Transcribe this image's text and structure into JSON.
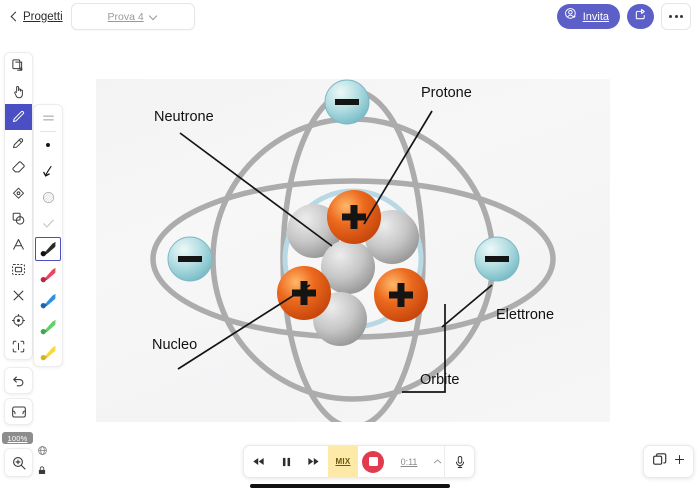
{
  "topbar": {
    "back_label": "Progetti",
    "back_icon": "chevron-left-icon",
    "tab_label": "Prova 4",
    "tab_caret_icon": "chevron-down-icon",
    "invite_label": "Invita",
    "invite_icon": "add-person-icon",
    "share_icon": "share-icon",
    "more_icon": "more-options-icon",
    "accent_color": "#5b5fc7"
  },
  "tools": {
    "items": [
      {
        "name": "add-page-tool",
        "icon": "add-page-icon",
        "active": false
      },
      {
        "name": "hand-tool",
        "icon": "hand-pointer-icon",
        "active": false
      },
      {
        "name": "pen-tool",
        "icon": "pen-icon",
        "active": true
      },
      {
        "name": "highlighter-tool",
        "icon": "highlighter-icon",
        "active": false
      },
      {
        "name": "eraser-tool",
        "icon": "eraser-icon",
        "active": false
      },
      {
        "name": "fill-tool",
        "icon": "paint-bucket-icon",
        "active": false
      },
      {
        "name": "shapes-tool",
        "icon": "shapes-icon",
        "active": false
      },
      {
        "name": "text-tool",
        "icon": "text-a-icon",
        "active": false
      },
      {
        "name": "select-tool",
        "icon": "selection-box-icon",
        "active": false
      },
      {
        "name": "delete-tool",
        "icon": "close-x-icon",
        "active": false
      },
      {
        "name": "target-tool",
        "icon": "target-icon",
        "active": false
      },
      {
        "name": "crop-tool",
        "icon": "crop-icon",
        "active": false
      }
    ],
    "undo": {
      "name": "undo-button",
      "icon": "undo-arrow-icon"
    },
    "frame": {
      "name": "frame-button",
      "icon": "frame-icon"
    },
    "zoom_level": "100%",
    "zoom_button_icon": "zoom-in-magnifier-icon",
    "globe_icon": "globe-icon",
    "lock_icon": "lock-icon"
  },
  "pens": {
    "menu_icon": "menu-lines-icon",
    "options": [
      {
        "name": "pen-style-dot",
        "icon": "dot-icon"
      },
      {
        "name": "pen-style-curve",
        "icon": "curve-arrow-icon"
      },
      {
        "name": "pen-style-hatch",
        "icon": "hatched-circle-icon"
      },
      {
        "name": "pen-style-check",
        "icon": "check-icon"
      }
    ],
    "colors": [
      {
        "name": "pen-color-black",
        "hex": "#1d1d1d",
        "selected": true
      },
      {
        "name": "pen-color-red",
        "hex": "#e8465f",
        "selected": false
      },
      {
        "name": "pen-color-blue",
        "hex": "#2f8fe0",
        "selected": false
      },
      {
        "name": "pen-color-green",
        "hex": "#5fd06a",
        "selected": false
      },
      {
        "name": "pen-color-yellow",
        "hex": "#f5d93f",
        "selected": false
      }
    ],
    "selection_color": "#4b4fc4"
  },
  "diagram": {
    "title": "Atom structure diagram",
    "labels": [
      {
        "id": "neutrone",
        "text": "Neutrone"
      },
      {
        "id": "protone",
        "text": "Protone"
      },
      {
        "id": "elettrone",
        "text": "Elettrone"
      },
      {
        "id": "nucleo",
        "text": "Nucleo"
      },
      {
        "id": "orbite",
        "text": "Orbite"
      }
    ],
    "protons": 3,
    "neutrons": 4,
    "electrons": 3,
    "proton_color": "#e8631f",
    "neutron_color": "#b9b9b9",
    "electron_color": "#a8d8dd",
    "orbit_color": "#a8a8a8"
  },
  "playbar": {
    "rewind_icon": "rewind-icon",
    "pause_icon": "pause-icon",
    "forward_icon": "fast-forward-icon",
    "mix_label": "MIX",
    "record_icon": "stop-record-icon",
    "time": "0:11",
    "time_caret_icon": "chevron-up-icon",
    "mic_icon": "microphone-icon",
    "record_color": "#e23b4e",
    "mix_color": "#fde9a8"
  },
  "pages": {
    "pages_icon": "pages-copy-icon",
    "add_icon": "plus-icon"
  }
}
